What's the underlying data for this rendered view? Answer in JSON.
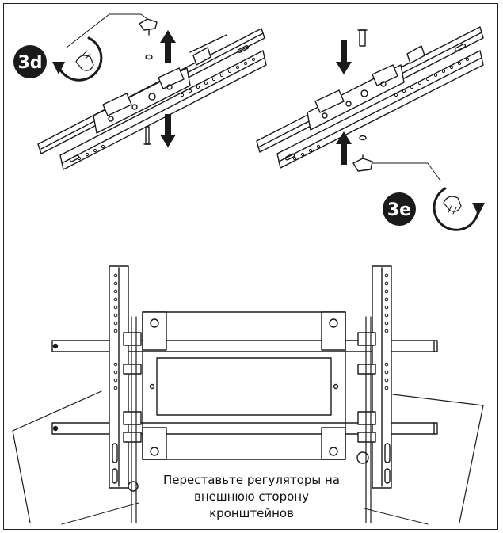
{
  "steps": [
    {
      "badge": "3d",
      "rotation": "counter-clockwise"
    },
    {
      "badge": "3e",
      "rotation": "clockwise"
    }
  ],
  "caption": {
    "lines": [
      "Переставьте регуляторы на",
      "внешнюю сторону",
      "кронштейнов"
    ]
  }
}
